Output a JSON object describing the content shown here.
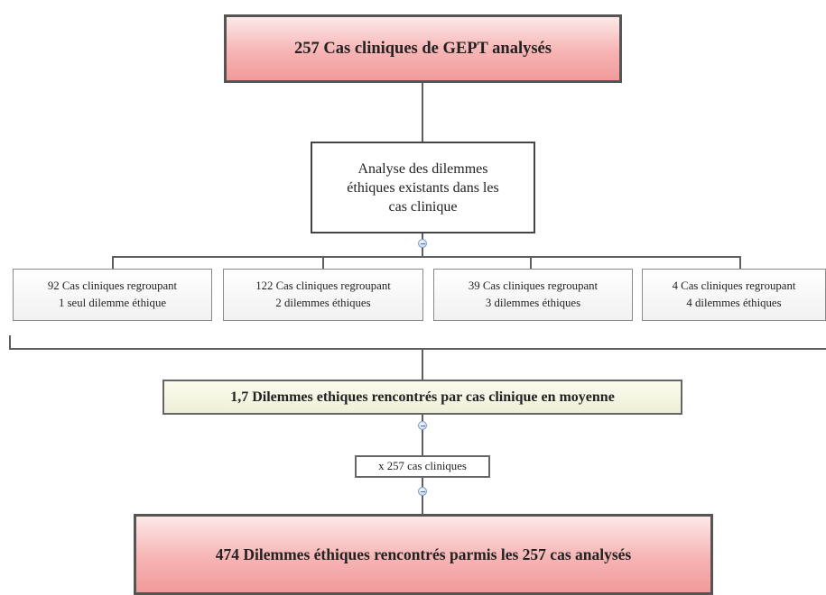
{
  "nodes": {
    "top": "257 Cas cliniques de GEPT analysés",
    "analysis": [
      "Analyse des dilemmes",
      "éthiques existants dans les",
      "cas clinique"
    ],
    "cases": [
      [
        "92 Cas cliniques regroupant",
        "1 seul dilemme éthique"
      ],
      [
        "122 Cas cliniques regroupant",
        "2 dilemmes éthiques"
      ],
      [
        "39 Cas cliniques regroupant",
        "3 dilemmes éthiques"
      ],
      [
        "4 Cas cliniques regroupant",
        "4 dilemmes éthiques"
      ]
    ],
    "average": "1,7 Dilemmes ethiques rencontrés par cas clinique en moyenne",
    "multiplier": "x 257 cas cliniques",
    "result": "474 Dilemmes éthiques rencontrés parmis les 257 cas analysés"
  },
  "colors": {
    "highlight_fill": "#f7b4b4",
    "average_fill": "#eef0d8",
    "connector": "#5f5f5f",
    "collapse_button": "#c9dbf3"
  }
}
